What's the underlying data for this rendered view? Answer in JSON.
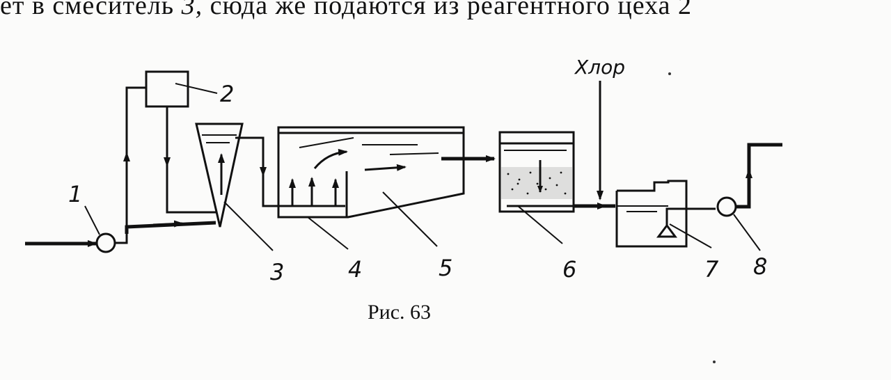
{
  "header": {
    "text_before": "ет в смеситель ",
    "italic_num": "3,",
    "text_after": " сюда же подаются из реагентного цеха 2"
  },
  "labels": {
    "chlorine": "Хлор",
    "n1": "1",
    "n2": "2",
    "n3": "3",
    "n4": "4",
    "n5": "5",
    "n6": "6",
    "n7": "7",
    "n8": "8"
  },
  "caption": "Рис. 63"
}
